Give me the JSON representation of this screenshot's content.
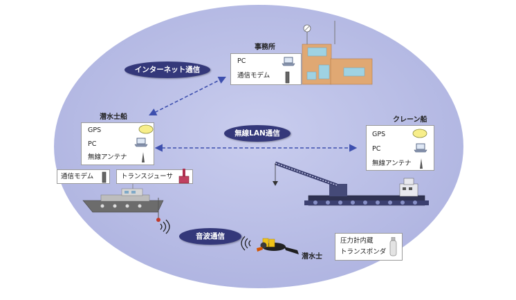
{
  "colors": {
    "background_oval": "#b9bde6",
    "pill": "#34387a",
    "arrow": "#3d4fae",
    "building": "#e0a873",
    "building_window": "#9fd2e3"
  },
  "office": {
    "title": "事務所",
    "rows": [
      "PC",
      "通信モデム"
    ]
  },
  "diver_boat": {
    "title": "潜水士船",
    "rows": [
      "GPS",
      "PC",
      "無線アンテナ"
    ],
    "modem_label": "通信モデム",
    "transducer_label": "トランスジューサ"
  },
  "crane_boat": {
    "title": "クレーン船",
    "rows": [
      "GPS",
      "PC",
      "無線アンテナ"
    ]
  },
  "diver": {
    "title": "潜水士",
    "device_rows": [
      "圧力計内蔵",
      "トランスポンダ"
    ]
  },
  "links": {
    "internet": "インターネット通信",
    "wireless_lan": "無線LAN通信",
    "acoustic": "音波通信"
  },
  "icons": [
    "satellite-dish-icon",
    "laptop-icon",
    "modem-icon",
    "antenna-icon",
    "gps-icon",
    "transducer-icon",
    "sound-wave-icon",
    "transponder-icon"
  ]
}
